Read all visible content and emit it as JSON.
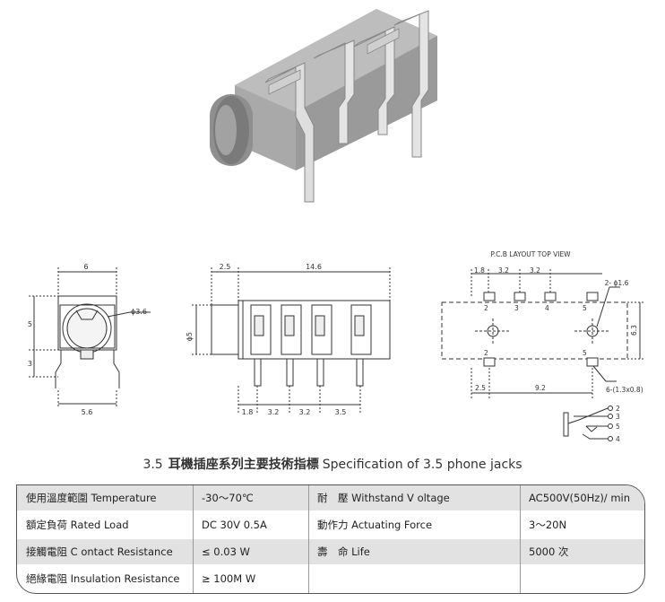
{
  "drawing_labels": {
    "front": {
      "width": "6",
      "hole": "ϕ3.6",
      "height": "5",
      "pin": "3",
      "pin_span": "5.6"
    },
    "side": {
      "off": "2.5",
      "length": "14.6",
      "dia": "ϕ5",
      "pitch": [
        "1.8",
        "3.2",
        "3.2",
        "3.5"
      ]
    },
    "pcb": {
      "caption": "P.C.B LAYOUT    TOP VIEW",
      "top_dims": [
        "1.8",
        "3.2",
        "3.2"
      ],
      "hole_callout": "2- ϕ1.6",
      "pad_callout": "6-(1.3x0.8)",
      "height": "6.3",
      "bottom_dims": [
        "2.5",
        "9.2"
      ],
      "pad_numbers_top": [
        "2",
        "3",
        "4",
        "5"
      ],
      "pad_numbers_bottom": [
        "2",
        "5"
      ]
    },
    "schematic_pins": [
      "2",
      "3",
      "5",
      "4"
    ]
  },
  "title": {
    "num": "3.5",
    "cn": "耳機插座系列主要技術指標",
    "en": "Specification of 3.5 phone jacks"
  },
  "spec_rows": [
    {
      "label": "使用溫度範圍 Temperature",
      "value": "-30～70℃",
      "label2": "耐　壓  Withstand V oltage",
      "value2": "AC500V(50Hz)/ min"
    },
    {
      "label": "額定負荷  Rated Load",
      "value": "DC  30V  0.5A",
      "label2": "動作力  Actuating Force",
      "value2": "3～20N"
    },
    {
      "label": "接觸電阻  C ontact Resistance",
      "value": "≤ 0.03 W",
      "label2": "壽　命  Life",
      "value2": "5000 次"
    },
    {
      "label": "絕緣電阻  Insulation Resistance",
      "value": "≥ 100M W",
      "label2": "",
      "value2": ""
    }
  ]
}
